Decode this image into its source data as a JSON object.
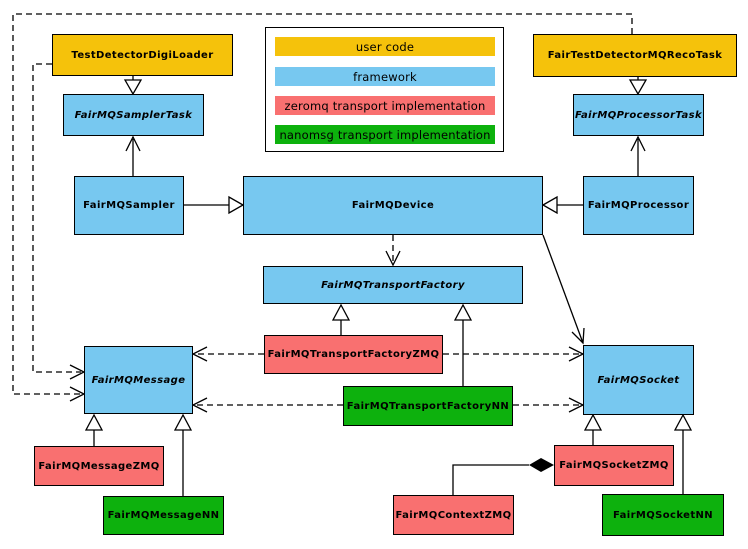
{
  "diagram_type": "uml-class-diagram",
  "colors": {
    "user_code": "#F5C20B",
    "framework": "#77C8F0",
    "zeromq": "#F97070",
    "nanomsg": "#0DB10D",
    "border": "#000000",
    "background": "#FFFFFF"
  },
  "legend": {
    "items": [
      {
        "label": "user code",
        "color": "#F5C20B"
      },
      {
        "label": "framework",
        "color": "#77C8F0"
      },
      {
        "label": "zeromq transport implementation",
        "color": "#F97070"
      },
      {
        "label": "nanomsg transport implementation",
        "color": "#0DB10D"
      }
    ]
  },
  "nodes": [
    {
      "label": "TestDetectorDigiLoader",
      "category": "user code",
      "color": "#F5C20B",
      "abstract": false
    },
    {
      "label": "FairTestDetectorMQRecoTask",
      "category": "user code",
      "color": "#F5C20B",
      "abstract": false
    },
    {
      "label": "FairMQSamplerTask",
      "category": "framework",
      "color": "#77C8F0",
      "abstract": true
    },
    {
      "label": "FairMQProcessorTask",
      "category": "framework",
      "color": "#77C8F0",
      "abstract": true
    },
    {
      "label": "FairMQSampler",
      "category": "framework",
      "color": "#77C8F0",
      "abstract": false
    },
    {
      "label": "FairMQDevice",
      "category": "framework",
      "color": "#77C8F0",
      "abstract": false
    },
    {
      "label": "FairMQProcessor",
      "category": "framework",
      "color": "#77C8F0",
      "abstract": false
    },
    {
      "label": "FairMQTransportFactory",
      "category": "framework",
      "color": "#77C8F0",
      "abstract": true
    },
    {
      "label": "FairMQTransportFactoryZMQ",
      "category": "zeromq transport implementation",
      "color": "#F97070",
      "abstract": false
    },
    {
      "label": "FairMQTransportFactoryNN",
      "category": "nanomsg transport implementation",
      "color": "#0DB10D",
      "abstract": false
    },
    {
      "label": "FairMQMessage",
      "category": "framework",
      "color": "#77C8F0",
      "abstract": true
    },
    {
      "label": "FairMQSocket",
      "category": "framework",
      "color": "#77C8F0",
      "abstract": true
    },
    {
      "label": "FairMQMessageZMQ",
      "category": "zeromq transport implementation",
      "color": "#F97070",
      "abstract": false
    },
    {
      "label": "FairMQMessageNN",
      "category": "nanomsg transport implementation",
      "color": "#0DB10D",
      "abstract": false
    },
    {
      "label": "FairMQContextZMQ",
      "category": "zeromq transport implementation",
      "color": "#F97070",
      "abstract": false
    },
    {
      "label": "FairMQSocketZMQ",
      "category": "zeromq transport implementation",
      "color": "#F97070",
      "abstract": false
    },
    {
      "label": "FairMQSocketNN",
      "category": "nanomsg transport implementation",
      "color": "#0DB10D",
      "abstract": false
    }
  ],
  "edges": [
    {
      "from": "TestDetectorDigiLoader",
      "to": "FairMQSamplerTask",
      "type": "inheritance"
    },
    {
      "from": "FairTestDetectorMQRecoTask",
      "to": "FairMQProcessorTask",
      "type": "inheritance"
    },
    {
      "from": "FairMQSampler",
      "to": "FairMQDevice",
      "type": "inheritance"
    },
    {
      "from": "FairMQProcessor",
      "to": "FairMQDevice",
      "type": "inheritance"
    },
    {
      "from": "FairMQTransportFactoryZMQ",
      "to": "FairMQTransportFactory",
      "type": "inheritance"
    },
    {
      "from": "FairMQTransportFactoryNN",
      "to": "FairMQTransportFactory",
      "type": "inheritance"
    },
    {
      "from": "FairMQMessageZMQ",
      "to": "FairMQMessage",
      "type": "inheritance"
    },
    {
      "from": "FairMQMessageNN",
      "to": "FairMQMessage",
      "type": "inheritance"
    },
    {
      "from": "FairMQSocketZMQ",
      "to": "FairMQSocket",
      "type": "inheritance"
    },
    {
      "from": "FairMQSocketNN",
      "to": "FairMQSocket",
      "type": "inheritance"
    },
    {
      "from": "FairMQSampler",
      "to": "FairMQSamplerTask",
      "type": "association"
    },
    {
      "from": "FairMQProcessor",
      "to": "FairMQProcessorTask",
      "type": "association"
    },
    {
      "from": "FairMQDevice",
      "to": "FairMQSocket",
      "type": "association"
    },
    {
      "from": "FairMQDevice",
      "to": "FairMQTransportFactory",
      "type": "dependency"
    },
    {
      "from": "TestDetectorDigiLoader",
      "to": "FairMQMessage",
      "type": "dependency"
    },
    {
      "from": "FairTestDetectorMQRecoTask",
      "to": "FairMQMessage",
      "type": "dependency"
    },
    {
      "from": "FairMQTransportFactoryZMQ",
      "to": "FairMQMessage",
      "type": "dependency"
    },
    {
      "from": "FairMQTransportFactoryZMQ",
      "to": "FairMQSocket",
      "type": "dependency"
    },
    {
      "from": "FairMQTransportFactoryNN",
      "to": "FairMQMessage",
      "type": "dependency"
    },
    {
      "from": "FairMQTransportFactoryNN",
      "to": "FairMQSocket",
      "type": "dependency"
    },
    {
      "from": "FairMQSocketZMQ",
      "to": "FairMQContextZMQ",
      "type": "composition"
    }
  ]
}
